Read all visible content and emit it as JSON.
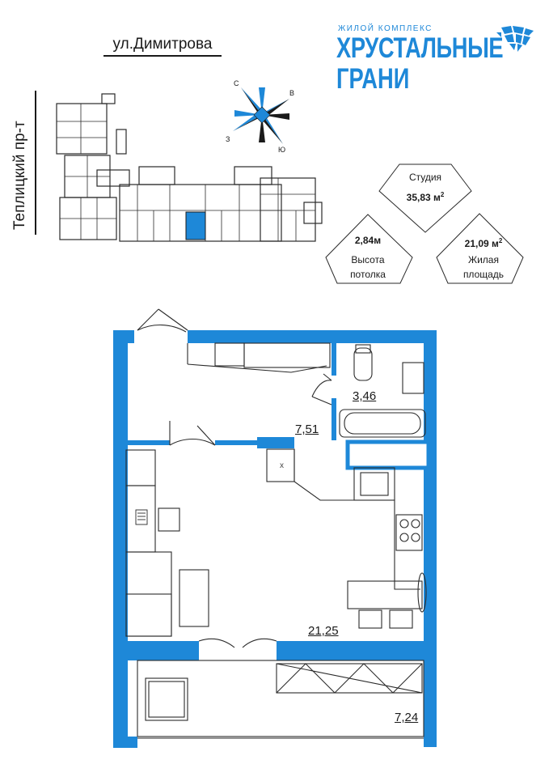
{
  "streets": {
    "top": "ул.Димитрова",
    "side": "Теплицкий пр-т"
  },
  "logo": {
    "subtitle": "ЖИЛОЙ КОМПЛЕКС",
    "line1": "ХРУСТАЛЬНЫЕ",
    "line2": "ГРАНИ",
    "color": "#1e88d8"
  },
  "compass": {
    "north": "С",
    "east": "В",
    "west": "З",
    "south": "Ю"
  },
  "info": {
    "type_label": "Студия",
    "total_area": "35,83 м",
    "ceiling_value": "2,84м",
    "ceiling_label_1": "Высота",
    "ceiling_label_2": "потолка",
    "living_value": "21,09 м",
    "living_label_1": "Жилая",
    "living_label_2": "площадь",
    "superscript": "2"
  },
  "rooms": {
    "hall": "7,51",
    "bathroom": "3,46",
    "main": "21,25",
    "balcony": "7,24"
  },
  "colors": {
    "wall": "#1e88d8",
    "highlight": "#1e88d8",
    "line": "#1a1a1a"
  }
}
